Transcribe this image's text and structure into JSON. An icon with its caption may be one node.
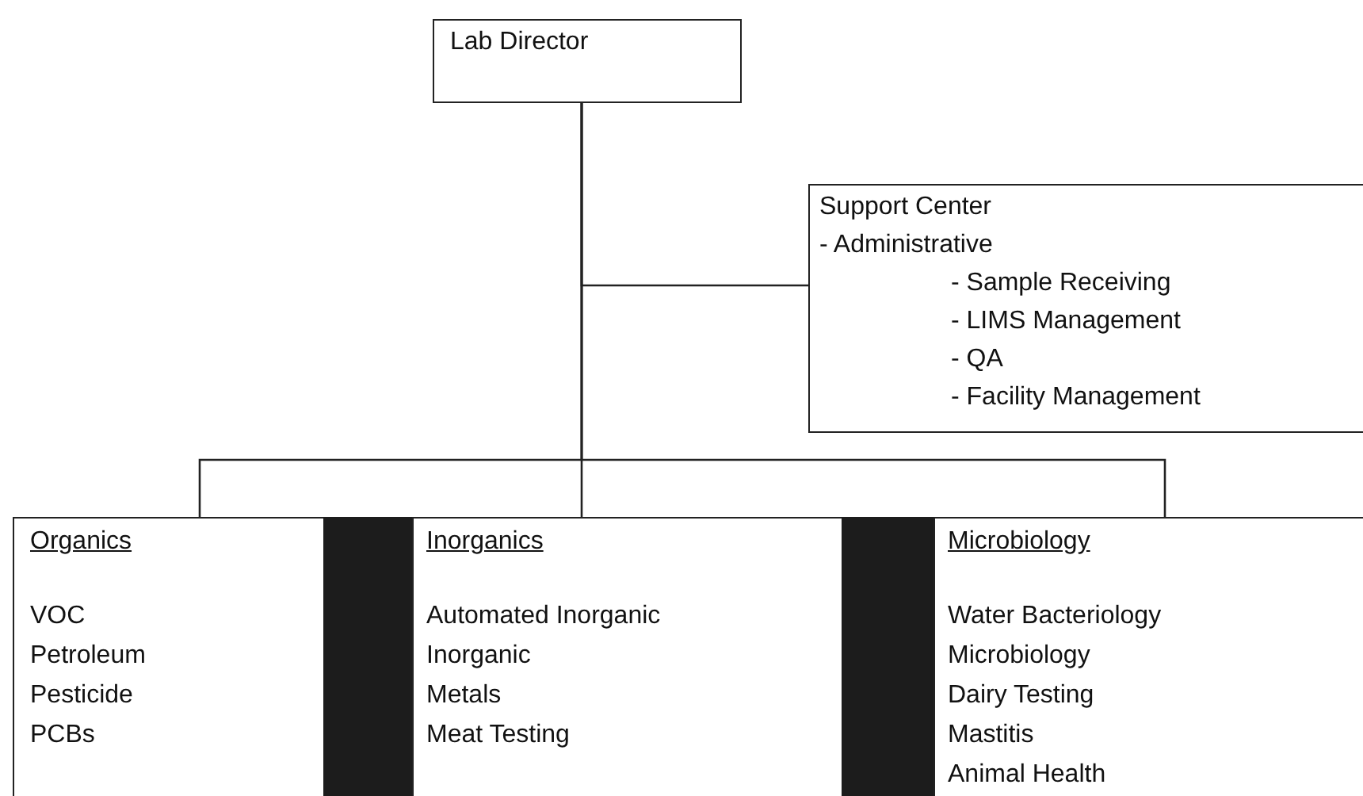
{
  "diagram": {
    "nodes": [
      {
        "text": [
          "Lab Director"
        ]
      },
      {
        "text": [
          "Support Center",
          "- Administrative",
          "- Sample Receiving",
          "- LIMS Management",
          "- QA",
          "- Facility Management"
        ]
      },
      {
        "text": [
          "Organics",
          "VOC",
          "Petroleum",
          "Pesticide",
          "PCBs"
        ]
      },
      {
        "text": [],
        "shape": "bar"
      },
      {
        "text": [
          "Inorganics",
          "Automated Inorganic",
          "Inorganic",
          "Metals",
          "Meat Testing"
        ]
      },
      {
        "text": [],
        "shape": "bar"
      },
      {
        "text": [
          "Microbiology",
          "Water Bacteriology",
          "Microbiology",
          "Dairy Testing",
          "Mastitis",
          "Animal Health"
        ]
      }
    ],
    "edges": [
      {
        "from": 0,
        "to": 1,
        "arrow": "none"
      },
      {
        "from": 0,
        "to": 2,
        "arrow": "none"
      },
      {
        "from": 0,
        "to": 4,
        "arrow": "none"
      },
      {
        "from": 0,
        "to": 6,
        "arrow": "none"
      }
    ]
  }
}
